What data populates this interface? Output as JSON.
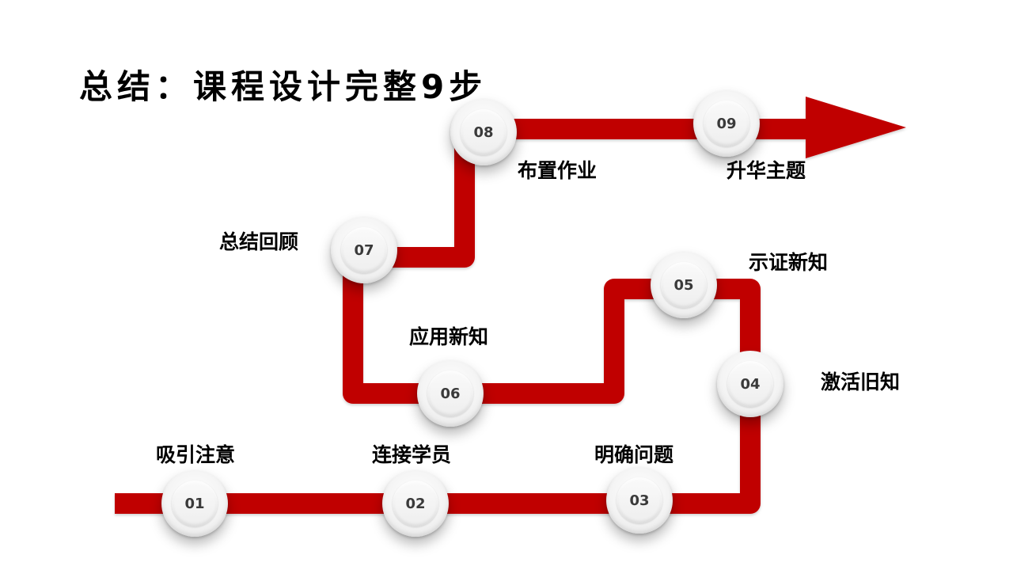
{
  "title": "总结：课程设计完整9步",
  "colors": {
    "path": "#c00000",
    "path_dark": "#8e0000",
    "node_number": "#3a3a3a"
  },
  "steps": [
    {
      "number": "01",
      "label": "吸引注意"
    },
    {
      "number": "02",
      "label": "连接学员"
    },
    {
      "number": "03",
      "label": "明确问题"
    },
    {
      "number": "04",
      "label": "激活旧知"
    },
    {
      "number": "05",
      "label": "示证新知"
    },
    {
      "number": "06",
      "label": "应用新知"
    },
    {
      "number": "07",
      "label": "总结回顾"
    },
    {
      "number": "08",
      "label": "布置作业"
    },
    {
      "number": "09",
      "label": "升华主题"
    }
  ]
}
